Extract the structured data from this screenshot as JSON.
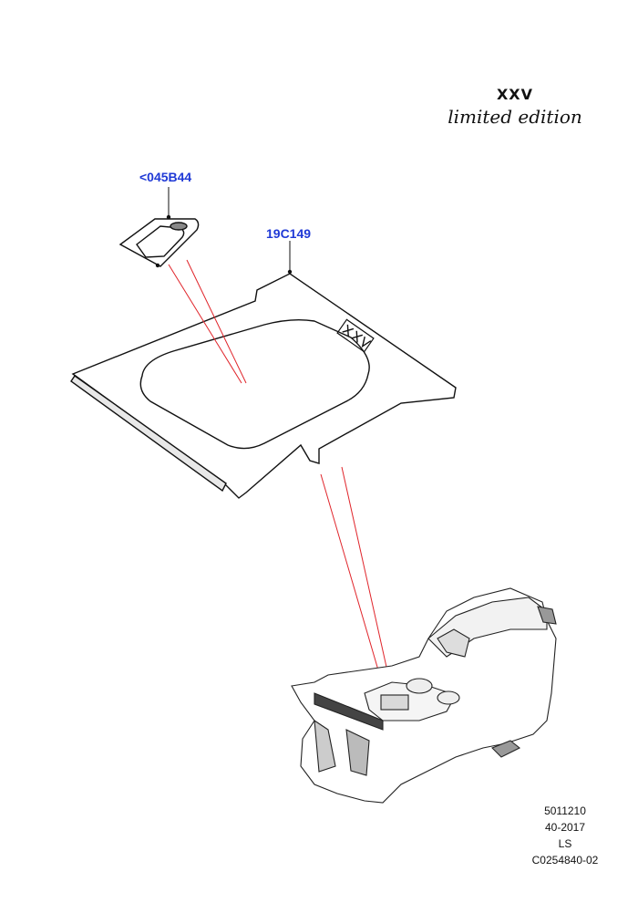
{
  "edition": {
    "title": "XXV",
    "subtitle": "limited edition"
  },
  "callouts": [
    {
      "label": "<045B44"
    },
    {
      "label": "19C149"
    }
  ],
  "reference": [
    "5011210",
    "40-2017",
    "LS",
    "C0254840-02"
  ],
  "colors": {
    "callout_text": "#1f39d6",
    "leader_lines": "#e0242a",
    "outline": "#111111"
  }
}
